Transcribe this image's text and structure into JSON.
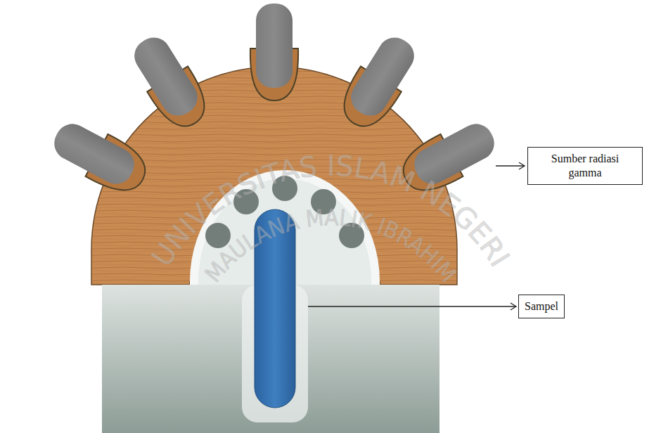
{
  "diagram": {
    "nodes": [
      {
        "text": [
          "Sumber radiasi gamma"
        ]
      },
      {
        "text": [
          "Sampel"
        ]
      }
    ],
    "labels": [
      "UNIVERSITAS ISLAM NEGERI",
      "MAULANA MALIK IBRAHIM"
    ]
  }
}
